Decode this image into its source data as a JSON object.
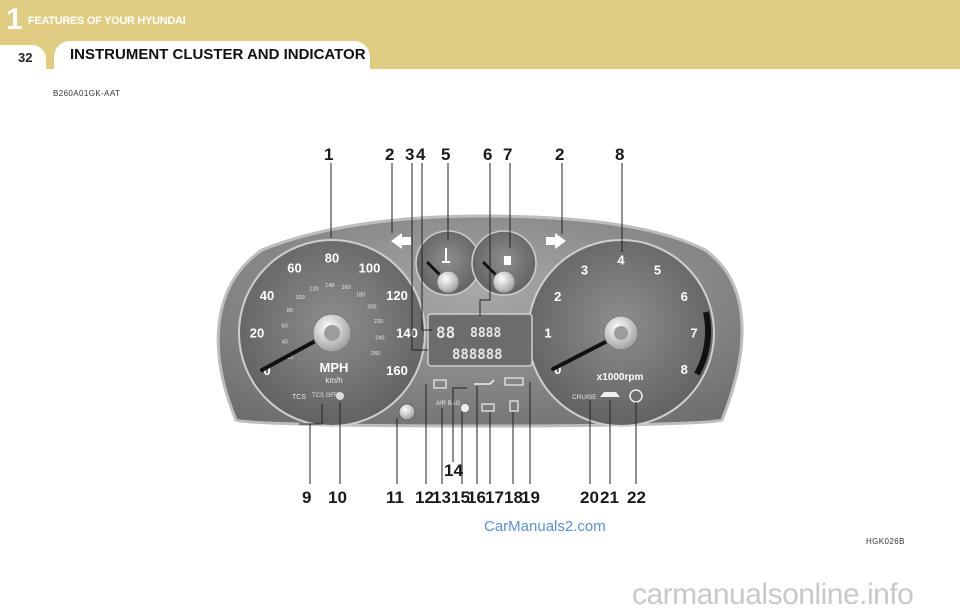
{
  "header": {
    "chapter_number": "1",
    "chapter_title": "FEATURES OF YOUR HYUNDAI",
    "page_number": "32",
    "section_title": "INSTRUMENT CLUSTER AND INDICATOR"
  },
  "reference_code": "B260A01GK-AAT",
  "figure_code": "HGK026B",
  "watermarks": {
    "site": "CarManuals2.com",
    "footer": "carmanualsonline.info"
  },
  "speedometer": {
    "unit_label": "MPH",
    "sub_unit_label": "km/h",
    "mph_ticks": [
      "0",
      "20",
      "40",
      "60",
      "80",
      "100",
      "120",
      "140",
      "160"
    ],
    "kmh_ticks": [
      "20",
      "40",
      "60",
      "80",
      "100",
      "120",
      "140",
      "160",
      "180",
      "200",
      "220",
      "240",
      "260"
    ]
  },
  "tachometer": {
    "unit_label": "x1000rpm",
    "ticks": [
      "0",
      "1",
      "2",
      "3",
      "4",
      "5",
      "6",
      "7",
      "8"
    ]
  },
  "indicators": {
    "tcs_label": "TCS",
    "tcs_off_label": "TCS OFF",
    "airbag_label": "AIR BAG",
    "cruise_label": "CRUISE"
  },
  "callouts_top": [
    "1",
    "2",
    "3",
    "4",
    "5",
    "6",
    "7",
    "2",
    "8"
  ],
  "callouts_bottom": [
    "9",
    "10",
    "11",
    "12",
    "13",
    "14",
    "15",
    "16",
    "17",
    "18",
    "19",
    "20",
    "21",
    "22"
  ],
  "colors": {
    "header_band": "#e0cd82",
    "cluster_face": "#8a8a8a",
    "gauge_face": "#7a7a7a"
  }
}
